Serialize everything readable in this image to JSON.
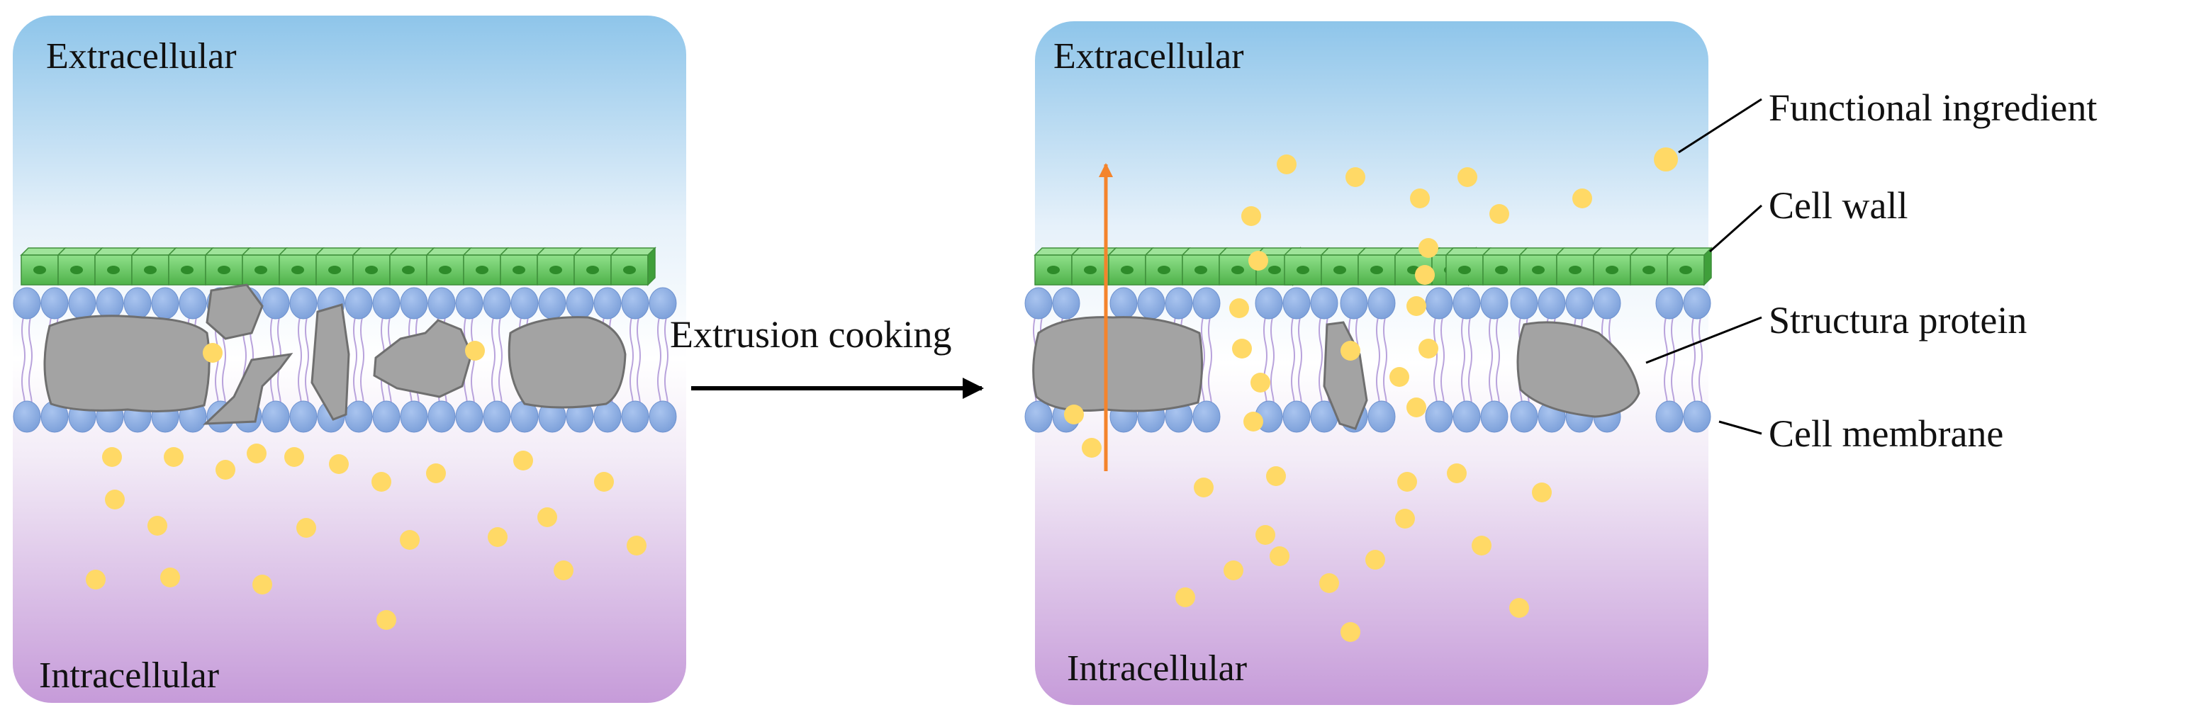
{
  "panels": {
    "left": {
      "top_label": "Extracellular",
      "bottom_label": "Intracellular"
    },
    "right": {
      "top_label": "Extracellular",
      "bottom_label": "Intracellular"
    }
  },
  "process": {
    "label": "Extrusion cooking"
  },
  "legend": {
    "functional_ingredient": "Functional ingredient",
    "cell_wall": "Cell wall",
    "structural_protein": "Structura protein",
    "cell_membrane": "Cell membrane"
  },
  "colors": {
    "extracellular_gradient_top": "#8ec5ea",
    "intracellular_gradient_bottom": "#c69bd9",
    "cell_wall_green": "#5fc65a",
    "lipid_head_blue": "#85a9e0",
    "lipid_tail_purple": "#b9a3dc",
    "protein_gray": "#a3a3a3",
    "ingredient_yellow": "#ffd966",
    "arrow_orange": "#f4842c"
  },
  "icons": [
    "cell-wall-block-icon",
    "lipid-head-icon",
    "protein-shape-icon",
    "ingredient-dot-icon",
    "process-arrow-icon",
    "release-arrow-icon"
  ]
}
